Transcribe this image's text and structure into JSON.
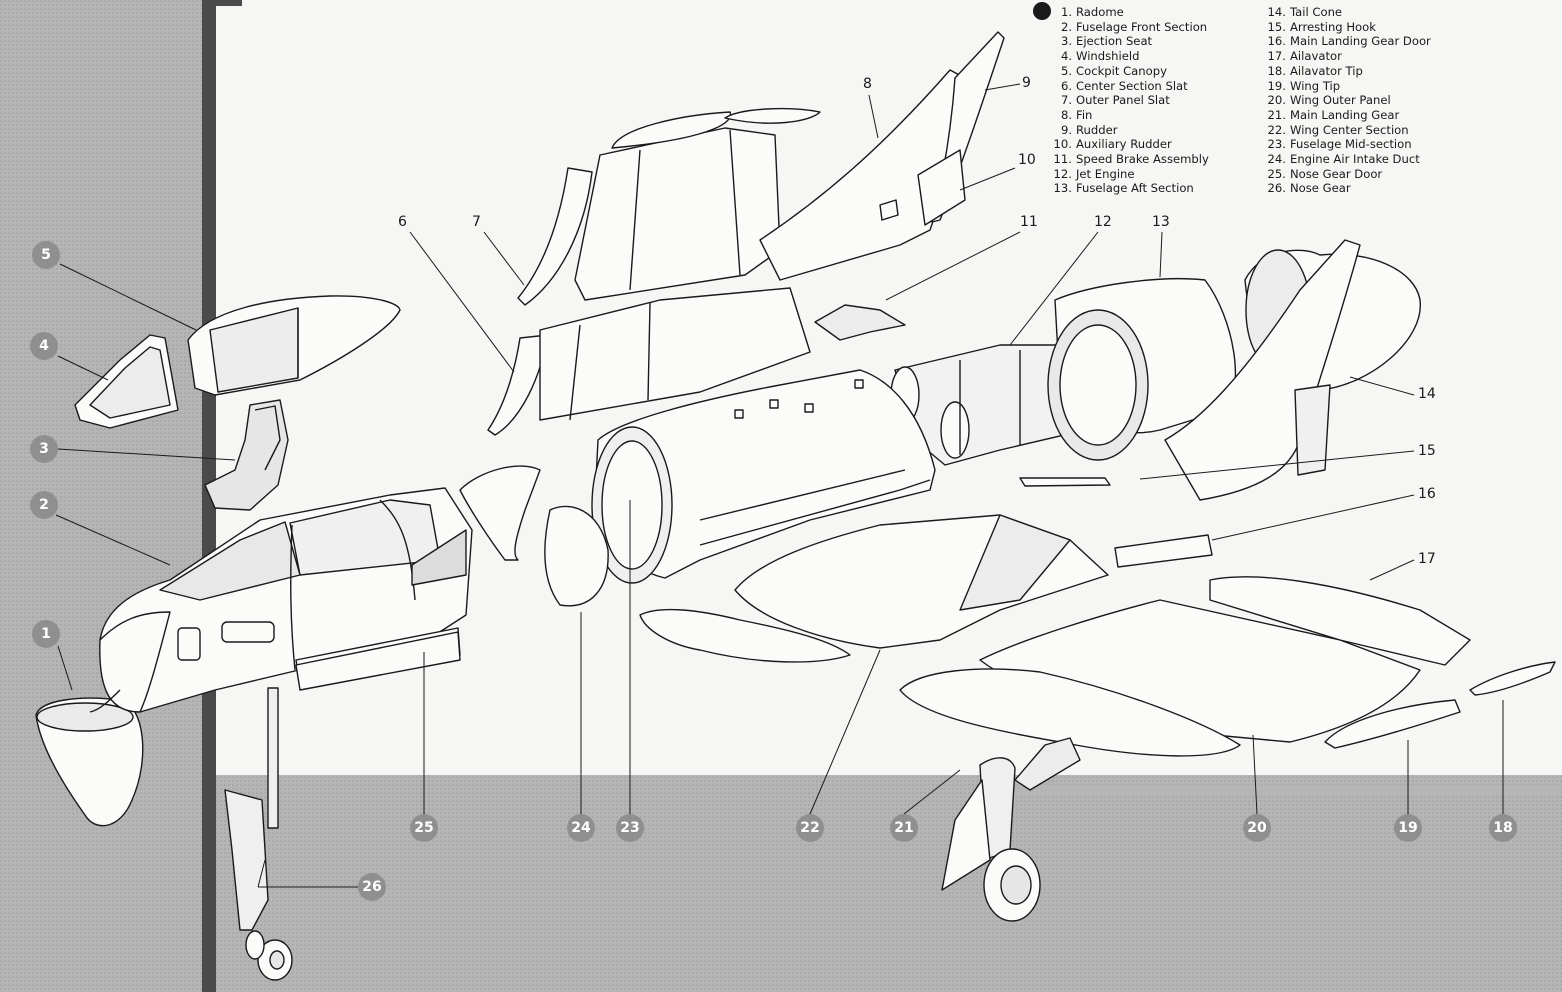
{
  "legend_left": [
    {
      "n": "1.",
      "label": "Radome"
    },
    {
      "n": "2.",
      "label": "Fuselage Front Section"
    },
    {
      "n": "3.",
      "label": "Ejection Seat"
    },
    {
      "n": "4.",
      "label": "Windshield"
    },
    {
      "n": "5.",
      "label": "Cockpit Canopy"
    },
    {
      "n": "6.",
      "label": "Center Section Slat"
    },
    {
      "n": "7.",
      "label": "Outer Panel Slat"
    },
    {
      "n": "8.",
      "label": "Fin"
    },
    {
      "n": "9.",
      "label": "Rudder"
    },
    {
      "n": "10.",
      "label": "Auxiliary Rudder"
    },
    {
      "n": "11.",
      "label": "Speed Brake Assembly"
    },
    {
      "n": "12.",
      "label": "Jet Engine"
    },
    {
      "n": "13.",
      "label": "Fuselage Aft Section"
    }
  ],
  "legend_right": [
    {
      "n": "14.",
      "label": "Tail Cone"
    },
    {
      "n": "15.",
      "label": "Arresting Hook"
    },
    {
      "n": "16.",
      "label": "Main Landing Gear Door"
    },
    {
      "n": "17.",
      "label": "Ailavator"
    },
    {
      "n": "18.",
      "label": "Ailavator Tip"
    },
    {
      "n": "19.",
      "label": "Wing Tip"
    },
    {
      "n": "20.",
      "label": "Wing Outer Panel"
    },
    {
      "n": "21.",
      "label": "Main Landing Gear"
    },
    {
      "n": "22.",
      "label": "Wing Center Section"
    },
    {
      "n": "23.",
      "label": "Fuselage Mid-section"
    },
    {
      "n": "24.",
      "label": "Engine Air Intake Duct"
    },
    {
      "n": "25.",
      "label": "Nose Gear Door"
    },
    {
      "n": "26.",
      "label": "Nose Gear"
    }
  ],
  "callouts": {
    "c1": "1",
    "c2": "2",
    "c3": "3",
    "c4": "4",
    "c5": "5",
    "c6": "6",
    "c7": "7",
    "c8": "8",
    "c9": "9",
    "c10": "10",
    "c11": "11",
    "c12": "12",
    "c13": "13",
    "c14": "14",
    "c15": "15",
    "c16": "16",
    "c17": "17",
    "c18": "18",
    "c19": "19",
    "c20": "20",
    "c21": "21",
    "c22": "22",
    "c23": "23",
    "c24": "24",
    "c25": "25",
    "c26": "26"
  },
  "colors": {
    "band": "#b3b3b3",
    "bar": "#4a4a4a",
    "paper": "#f6f6f4",
    "ink": "#1a1a1a",
    "badge": "#8f8f8f"
  }
}
